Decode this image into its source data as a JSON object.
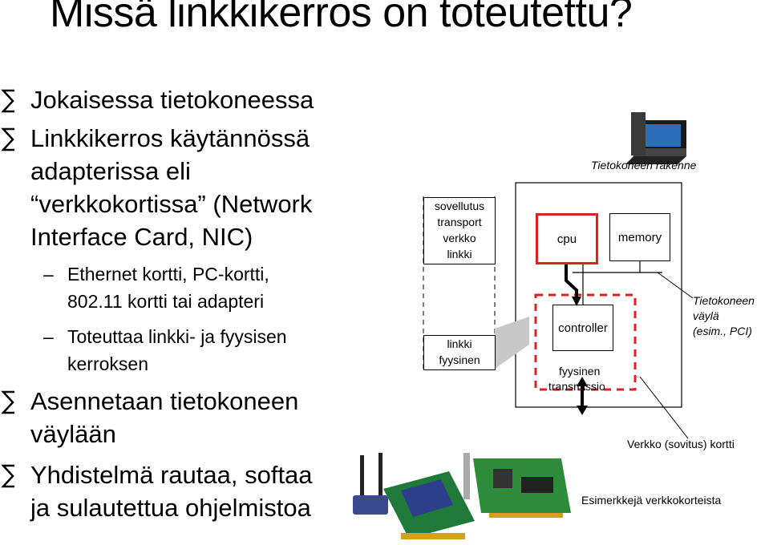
{
  "title": "Missä linkkikerros on toteutettu?",
  "bullets": [
    {
      "lines": [
        "Jokaisessa tietokoneessa"
      ]
    },
    {
      "lines": [
        "Linkkikerros käytännössä",
        "adapterissa eli",
        "“verkkokortissa” (Network",
        "Interface Card, NIC)"
      ]
    }
  ],
  "subbullets": [
    {
      "lines": [
        "Ethernet kortti, PC-kortti,",
        "802.11 kortti tai adapteri"
      ]
    },
    {
      "lines": [
        "Toteuttaa linkki- ja fyysisen",
        "kerroksen"
      ]
    }
  ],
  "bullets2": [
    {
      "lines": [
        "Asennetaan tietokoneen",
        "väylään"
      ]
    },
    {
      "lines": [
        "Yhdistelmä rautaa, softaa",
        "ja sulautettua ohjelmistoa"
      ]
    }
  ],
  "diagram": {
    "host_title": "Tietokoneen rakenne",
    "stack_top": [
      "sovellutus",
      "transport",
      "verkko",
      "linkki"
    ],
    "stack_bottom": [
      "linkki",
      "fyysinen"
    ],
    "cpu": "cpu",
    "memory": "memory",
    "controller": "controller",
    "phys_line1": "fyysinen",
    "phys_line2": "transmissio",
    "bus_label": [
      "Tietokoneen",
      "väylä",
      "(esim., PCI)"
    ],
    "adapter_label": "Verkko (sovitus) kortti",
    "examples_label": "Esimerkkejä verkkokorteista",
    "accent_color": "#e02020"
  }
}
